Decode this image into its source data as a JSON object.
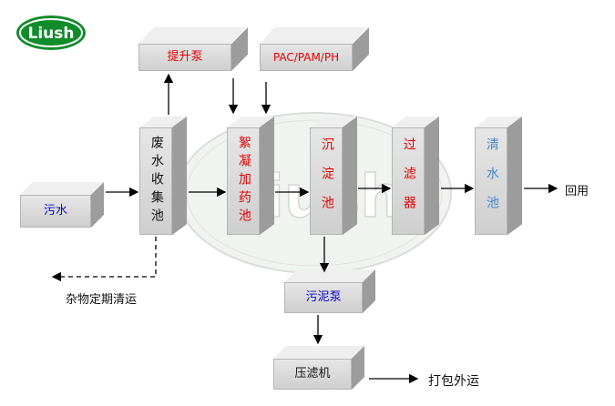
{
  "logo": {
    "text": "Liush",
    "color": "#0f8a2a"
  },
  "watermark": {
    "text": "Liush"
  },
  "nodes": {
    "tishengbeng": {
      "label": "提升泵",
      "color": "#e60000"
    },
    "pac": {
      "label": "PAC/PAM/PH",
      "color": "#e60000"
    },
    "wushui": {
      "label": "污水",
      "color": "#0000cc"
    },
    "feishui": {
      "label": "废水收集池",
      "color": "#111111"
    },
    "xuning": {
      "label": "絮凝加药池",
      "color": "#e60000"
    },
    "chendian": {
      "label": "沉淀池",
      "color": "#e60000"
    },
    "guolv": {
      "label": "过滤器",
      "color": "#e60000"
    },
    "qingshui": {
      "label": "清水池",
      "color": "#4a86c8"
    },
    "wunibeng": {
      "label": "污泥泵",
      "color": "#0000cc"
    },
    "yalvji": {
      "label": "压滤机",
      "color": "#111111"
    }
  },
  "texts": {
    "huiyong": "回用",
    "zawu": "杂物定期清运",
    "dabao": "打包外运"
  }
}
